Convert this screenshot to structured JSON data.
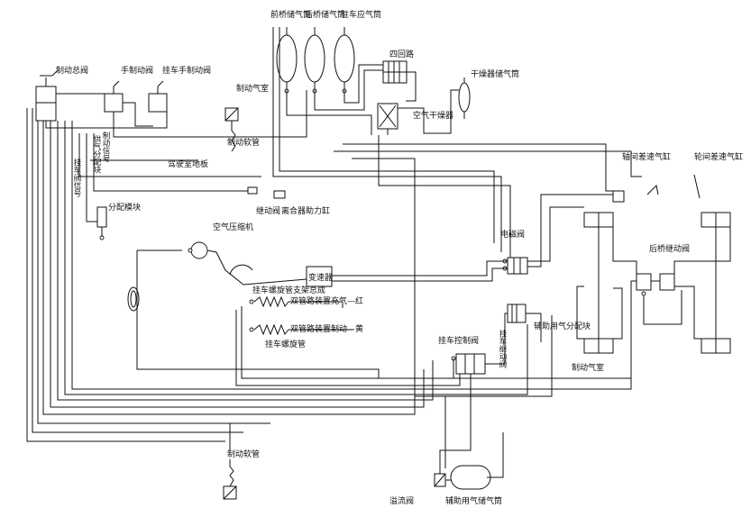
{
  "labels": {
    "front_axle_tank": "前桥储气筒",
    "rear_axle_tank": "后桥储气筒",
    "parking_tank": "驻车应气筒",
    "four_circuit_valve": "四回路",
    "dryer_tank": "干燥器储气筒",
    "brake_valve": "制动总阀",
    "hand_brake_valve": "手制动阀",
    "trailer_hand_valve": "挂车手制动阀",
    "brake_chamber_top": "制动气室",
    "air_dryer": "空气干燥器",
    "brake_hose_top": "制动软管",
    "cab_floor": "驾驶室地板",
    "supply_block": "供气分配块",
    "brake_signal": "制动信号",
    "trailer_valve_signal": "挂车阀信号",
    "distribution_block": "分配模块",
    "relay_valve_small": "继动阀",
    "clutch_booster": "离合器助力缸",
    "compressor": "空气压缩机",
    "aux_tank_right": "轴间差速气缸",
    "wheel_diff_cylinder": "轮间差速气缸",
    "solenoid_valve": "电磁阀",
    "rear_relay_valve": "后桥继动阀",
    "transmission": "变速器",
    "trailer_coil_support": "挂车螺旋管支架总成",
    "dual_circuit_red": "双管路装置充气—红",
    "dual_circuit_yellow": "双管路装置制动—黄",
    "trailer_coil": "挂车螺旋管",
    "trailer_control_valve": "挂车控制阀",
    "aux_dist_block": "辅助用气分配块",
    "brake_chamber_right": "制动气室",
    "relay_valve_vertical": "挂车继动阀",
    "brake_hose_bottom": "制动软管",
    "drain_valve": "溢流阀",
    "aux_air_tank": "辅助用气储气筒"
  }
}
